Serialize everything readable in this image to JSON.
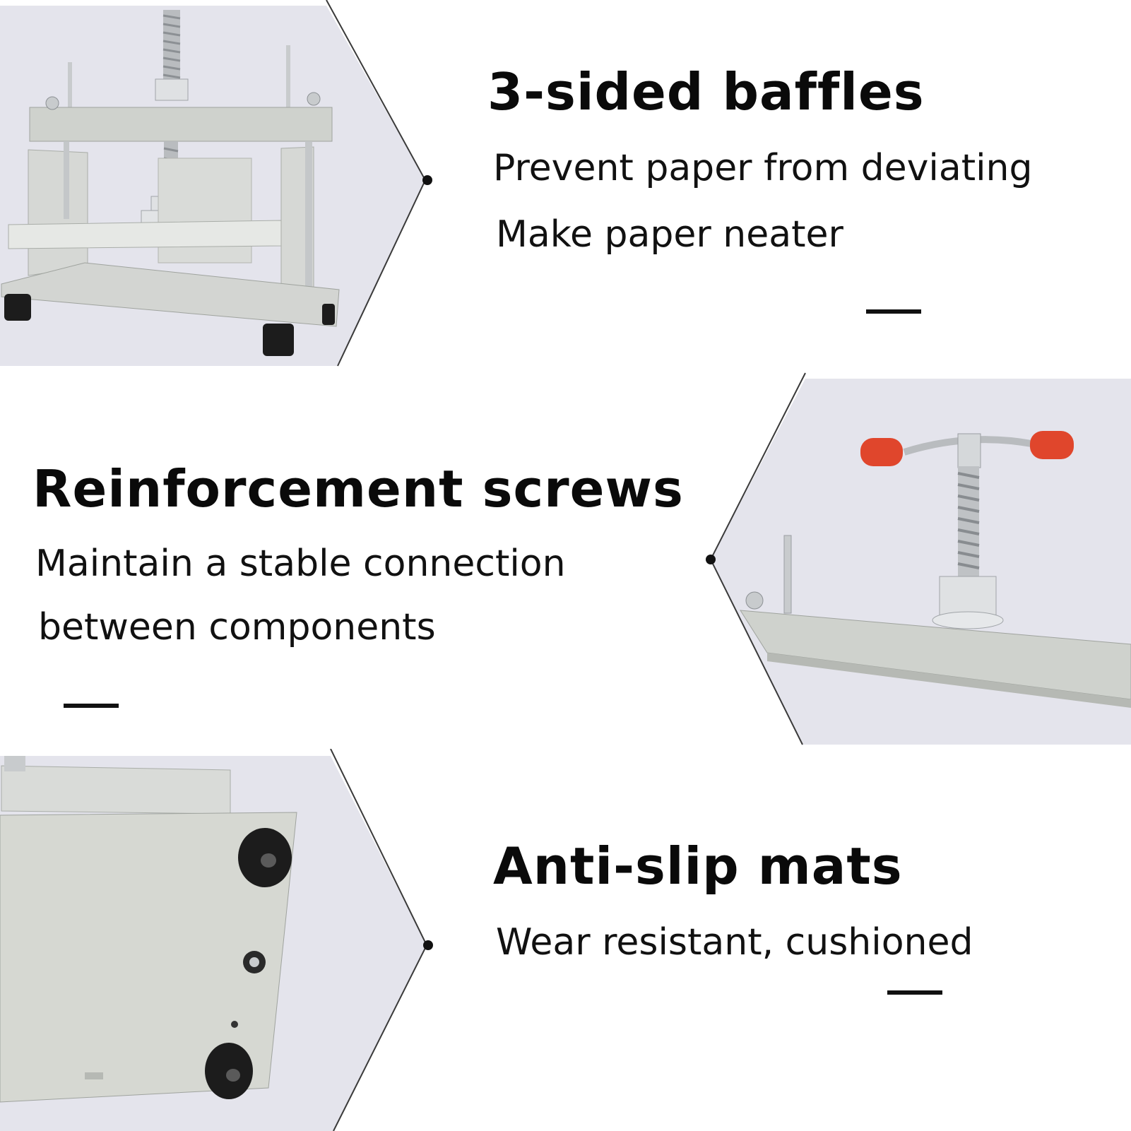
{
  "colors": {
    "photo_bg": "#e4e4ec",
    "metal": "#cfd2cd",
    "metal_dark": "#9fa39e",
    "knob_red": "#e0462c",
    "rubber": "#1c1c1c",
    "text": "#0a0a0a"
  },
  "features": [
    {
      "title": "3-sided baffles",
      "lines": [
        "Prevent paper from deviating",
        "Make paper neater"
      ]
    },
    {
      "title": "Reinforcement screws",
      "lines": [
        "Maintain a stable connection",
        "between components"
      ]
    },
    {
      "title": "Anti-slip mats",
      "lines": [
        "Wear resistant, cushioned"
      ]
    }
  ]
}
